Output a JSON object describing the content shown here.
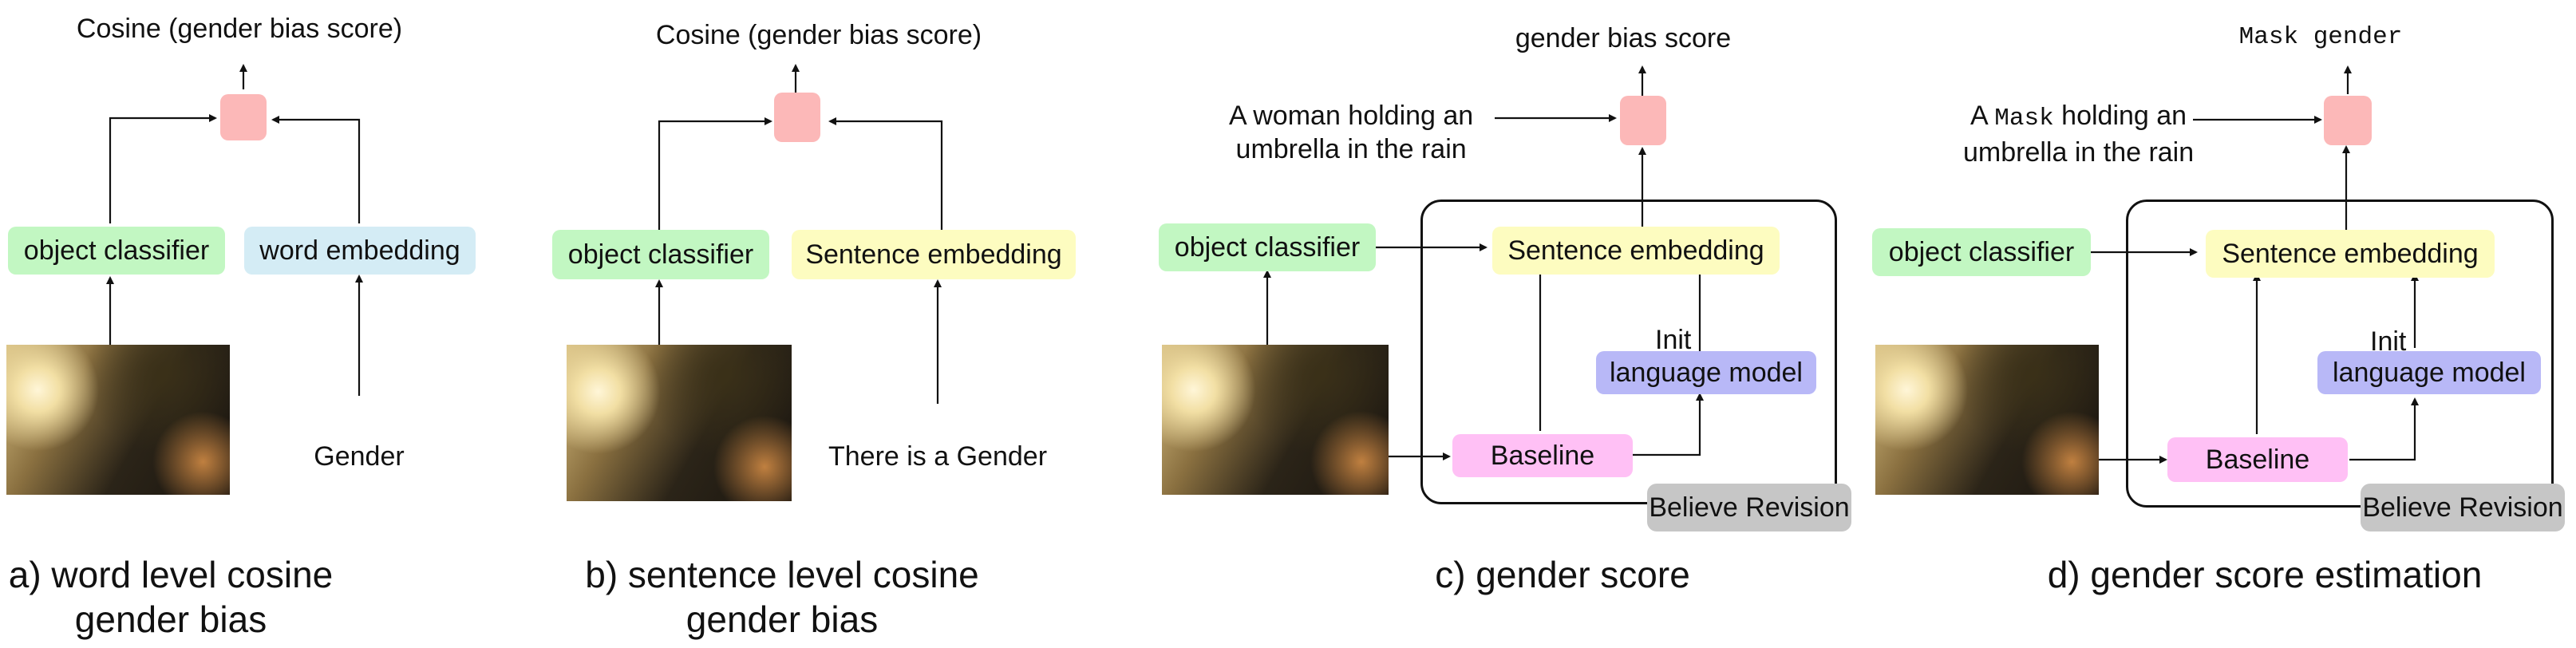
{
  "panel_a": {
    "score_label": "Cosine (gender bias score)",
    "object_classifier": "object classifier",
    "word_embedding": "word embedding",
    "input_text": "Gender",
    "caption_line1": "a) word level cosine",
    "caption_line2": "gender bias"
  },
  "panel_b": {
    "score_label": "Cosine (gender bias score)",
    "object_classifier": "object classifier",
    "sentence_embedding": "Sentence embedding",
    "input_text": "There is a Gender",
    "caption_line1": "b) sentence level cosine",
    "caption_line2": "gender bias"
  },
  "panel_c": {
    "score_label": "gender bias score",
    "sentence_line1": "A  woman holding an",
    "sentence_line2": "umbrella in the rain",
    "object_classifier": "object classifier",
    "sentence_embedding": "Sentence embedding",
    "init_label": "Init",
    "language_model": "language model",
    "baseline": "Baseline",
    "believe_revision": "Believe Revision",
    "caption": "c) gender score"
  },
  "panel_d": {
    "score_label": "Mask gender",
    "sentence_prefix": "A ",
    "sentence_mask": "Mask",
    "sentence_suffix": " holding an",
    "sentence_line2": "umbrella in the rain",
    "object_classifier": "object classifier",
    "sentence_embedding": "Sentence embedding",
    "init_label": "Init",
    "language_model": "language model",
    "baseline": "Baseline",
    "believe_revision": "Believe Revision",
    "caption": "d) gender score estimation"
  },
  "colors": {
    "target_box": "#fcb8b8",
    "object_classifier": "#c2f7c2",
    "word_embedding": "#d4ecf5",
    "sentence_embedding": "#fdfcc0",
    "baseline": "#ffc0f5",
    "language_model": "#b8b8f7",
    "believe_revision": "#c6c6c6"
  }
}
